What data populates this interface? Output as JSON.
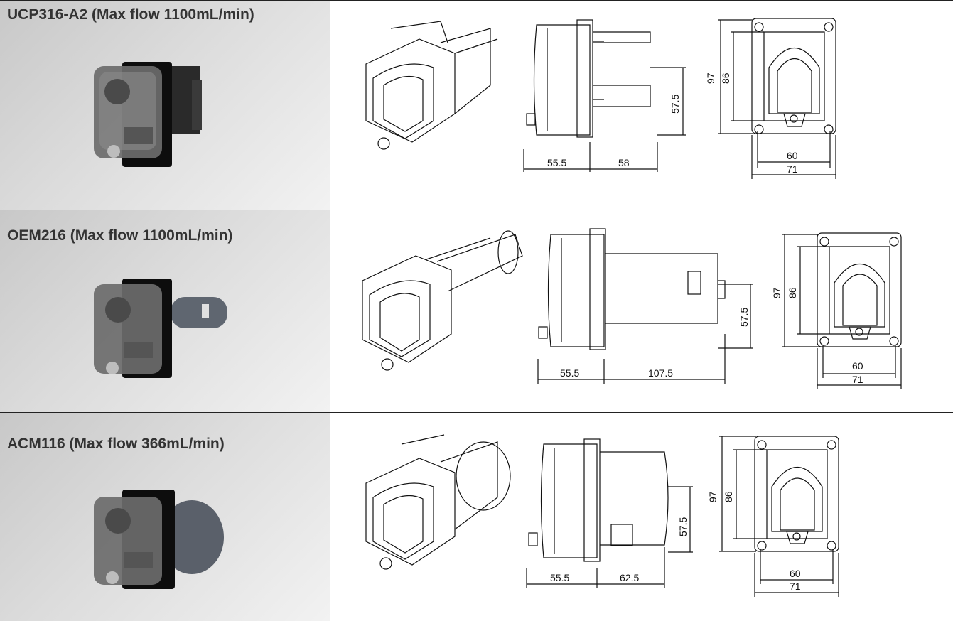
{
  "rows": [
    {
      "title": "UCP316-A2 (Max flow 1100mL/min)",
      "dims": {
        "left": "55.5",
        "motor": "58",
        "height_side": "57.5",
        "outer_h": "97",
        "inner_h": "86",
        "inner_w": "60",
        "outer_w": "71"
      }
    },
    {
      "title": "OEM216 (Max flow 1100mL/min)",
      "dims": {
        "left": "55.5",
        "motor": "107.5",
        "height_side": "57.5",
        "outer_h": "97",
        "inner_h": "86",
        "inner_w": "60",
        "outer_w": "71"
      }
    },
    {
      "title": "ACM116 (Max flow 366mL/min)",
      "dims": {
        "left": "55.5",
        "motor": "62.5",
        "height_side": "57.5",
        "outer_h": "97",
        "inner_h": "86",
        "inner_w": "60",
        "outer_w": "71"
      }
    }
  ],
  "colors": {
    "border": "#222222",
    "left_bg_start": "#c8c8c8",
    "left_bg_end": "#f2f2f2",
    "line": "#111111"
  }
}
